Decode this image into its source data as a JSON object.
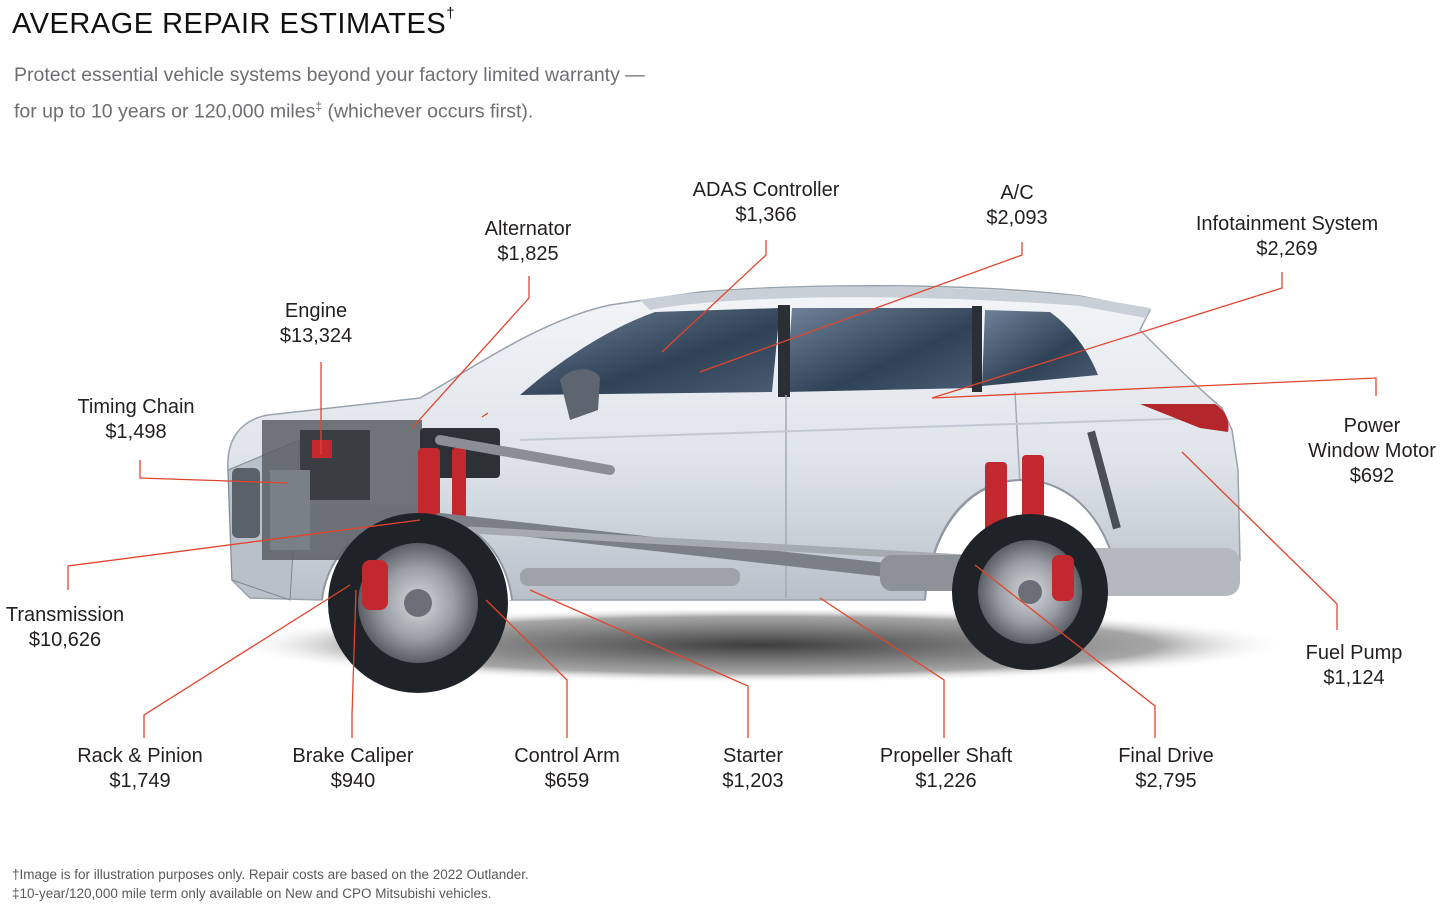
{
  "header": {
    "title": "AVERAGE REPAIR ESTIMATES",
    "title_mark": "†",
    "subtitle_line1": "Protect essential vehicle systems beyond your factory limited warranty —",
    "subtitle_line2_a": "for up to 10 years or 120,000 miles",
    "subtitle_line2_mark": "‡",
    "subtitle_line2_b": " (whichever occurs first)."
  },
  "labels": {
    "adas": {
      "name": "ADAS Controller",
      "price": "$1,366"
    },
    "ac": {
      "name": "A/C",
      "price": "$2,093"
    },
    "infotainment": {
      "name": "Infotainment System",
      "price": "$2,269"
    },
    "alternator": {
      "name": "Alternator",
      "price": "$1,825"
    },
    "engine": {
      "name": "Engine",
      "price": "$13,324"
    },
    "timing_chain": {
      "name": "Timing Chain",
      "price": "$1,498"
    },
    "power_window": {
      "name_line1": "Power",
      "name_line2": "Window Motor",
      "price": "$692"
    },
    "transmission": {
      "name": "Transmission",
      "price": "$10,626"
    },
    "fuel_pump": {
      "name": "Fuel Pump",
      "price": "$1,124"
    },
    "rack_pinion": {
      "name": "Rack & Pinion",
      "price": "$1,749"
    },
    "brake_caliper": {
      "name": "Brake Caliper",
      "price": "$940"
    },
    "control_arm": {
      "name": "Control Arm",
      "price": "$659"
    },
    "starter": {
      "name": "Starter",
      "price": "$1,203"
    },
    "propeller_shaft": {
      "name": "Propeller Shaft",
      "price": "$1,226"
    },
    "final_drive": {
      "name": "Final Drive",
      "price": "$2,795"
    }
  },
  "footnotes": {
    "line1": "†Image is for illustration purposes only. Repair costs are based on the 2022 Outlander.",
    "line2": "‡10-year/120,000 mile term only available on New and CPO Mitsubishi vehicles."
  },
  "colors": {
    "leader_line": "#e2452d",
    "body_paint": "#e4e8ee",
    "glass": "#33475e",
    "suspension": "#c3282f"
  }
}
